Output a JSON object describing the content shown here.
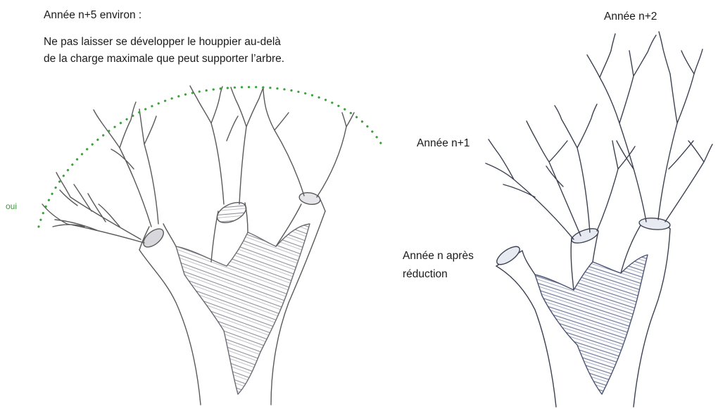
{
  "left_panel": {
    "heading": "Année n+5 environ :",
    "note_line1": "Ne pas laisser se développer le houppier au-delà",
    "note_line2": "de la charge maximale que peut supporter l’arbre.",
    "side_label": "oui"
  },
  "right_panel": {
    "label_year2": "Année n+2",
    "label_year1": "Année n+1",
    "label_year0_line1": "Année n après",
    "label_year0_line2": "réduction"
  },
  "colors": {
    "outline": "#5a5a5a",
    "hatch_left": "#8f8f9a",
    "hatch_right": "#6e7898",
    "branch_right": "#3d4252",
    "dotted_limit": "#3aa23a"
  }
}
